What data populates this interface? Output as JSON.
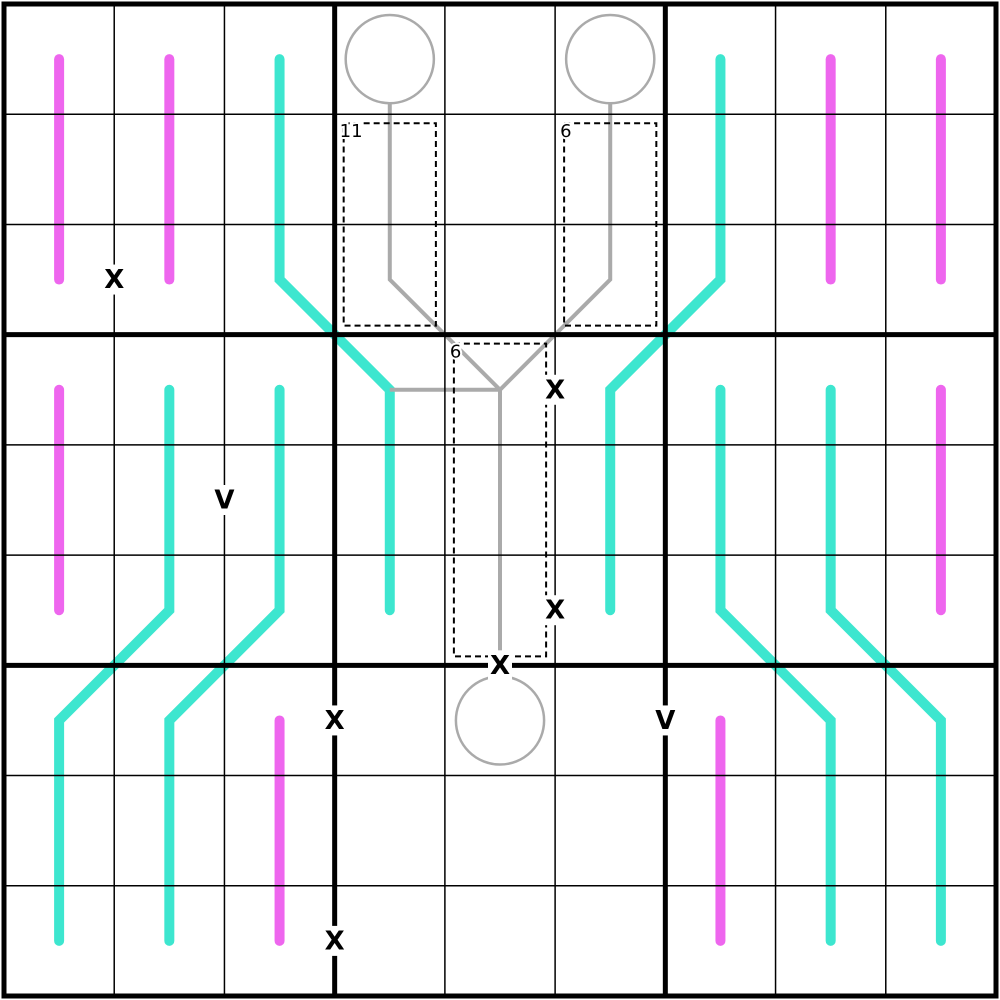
{
  "puzzle": {
    "grid_size": 9,
    "colors": {
      "background": "#ffffff",
      "grid_line": "#000000",
      "renban_line": "#ee66ee",
      "german_whisper_line": "#3de6cf",
      "arrow_line": "#aaaaaa",
      "cage_border": "#000000"
    },
    "given_digits": [],
    "renban_lines": [
      [
        [
          1,
          1
        ],
        [
          3,
          1
        ]
      ],
      [
        [
          1,
          2
        ],
        [
          3,
          2
        ]
      ],
      [
        [
          1,
          8
        ],
        [
          3,
          8
        ]
      ],
      [
        [
          1,
          9
        ],
        [
          3,
          9
        ]
      ],
      [
        [
          4,
          1
        ],
        [
          6,
          1
        ]
      ],
      [
        [
          4,
          9
        ],
        [
          6,
          9
        ]
      ],
      [
        [
          7,
          3
        ],
        [
          9,
          3
        ]
      ],
      [
        [
          7,
          7
        ],
        [
          9,
          7
        ]
      ]
    ],
    "whisper_lines": [
      [
        [
          1,
          3
        ],
        [
          3,
          3
        ],
        [
          4,
          4
        ],
        [
          6,
          4
        ]
      ],
      [
        [
          1,
          7
        ],
        [
          3,
          7
        ],
        [
          4,
          6
        ],
        [
          6,
          6
        ]
      ],
      [
        [
          4,
          2
        ],
        [
          6,
          2
        ],
        [
          7,
          1
        ],
        [
          9,
          1
        ]
      ],
      [
        [
          4,
          3
        ],
        [
          6,
          3
        ],
        [
          7,
          2
        ],
        [
          9,
          2
        ]
      ],
      [
        [
          4,
          7
        ],
        [
          6,
          7
        ],
        [
          7,
          8
        ],
        [
          9,
          8
        ]
      ],
      [
        [
          4,
          8
        ],
        [
          6,
          8
        ],
        [
          7,
          9
        ],
        [
          9,
          9
        ]
      ]
    ],
    "arrows": [
      {
        "bulb": [
          1,
          4
        ],
        "path": [
          [
            1,
            4
          ],
          [
            3,
            4
          ],
          [
            4,
            5
          ]
        ]
      },
      {
        "bulb": [
          1,
          6
        ],
        "path": [
          [
            1,
            6
          ],
          [
            3,
            6
          ],
          [
            4,
            5
          ]
        ]
      },
      {
        "bulb": [
          7,
          5
        ],
        "path": [
          [
            7,
            5
          ],
          [
            4,
            5
          ],
          [
            4,
            4
          ]
        ]
      }
    ],
    "cages": [
      {
        "label": "11",
        "cells": [
          [
            2,
            4
          ],
          [
            3,
            4
          ]
        ]
      },
      {
        "label": "6",
        "cells": [
          [
            2,
            6
          ],
          [
            3,
            6
          ]
        ]
      },
      {
        "label": "6",
        "cells": [
          [
            4,
            5
          ],
          [
            5,
            5
          ],
          [
            6,
            5
          ]
        ]
      }
    ],
    "xv_clues": [
      {
        "label": "X",
        "cells": [
          [
            3,
            1
          ],
          [
            3,
            2
          ]
        ]
      },
      {
        "label": "V",
        "cells": [
          [
            5,
            2
          ],
          [
            5,
            3
          ]
        ]
      },
      {
        "label": "X",
        "cells": [
          [
            4,
            5
          ],
          [
            4,
            6
          ]
        ]
      },
      {
        "label": "X",
        "cells": [
          [
            6,
            5
          ],
          [
            6,
            6
          ]
        ]
      },
      {
        "label": "X",
        "cells": [
          [
            6,
            5
          ],
          [
            7,
            5
          ]
        ]
      },
      {
        "label": "X",
        "cells": [
          [
            7,
            3
          ],
          [
            7,
            4
          ]
        ]
      },
      {
        "label": "V",
        "cells": [
          [
            7,
            6
          ],
          [
            7,
            7
          ]
        ]
      },
      {
        "label": "X",
        "cells": [
          [
            9,
            3
          ],
          [
            9,
            4
          ]
        ]
      }
    ]
  }
}
